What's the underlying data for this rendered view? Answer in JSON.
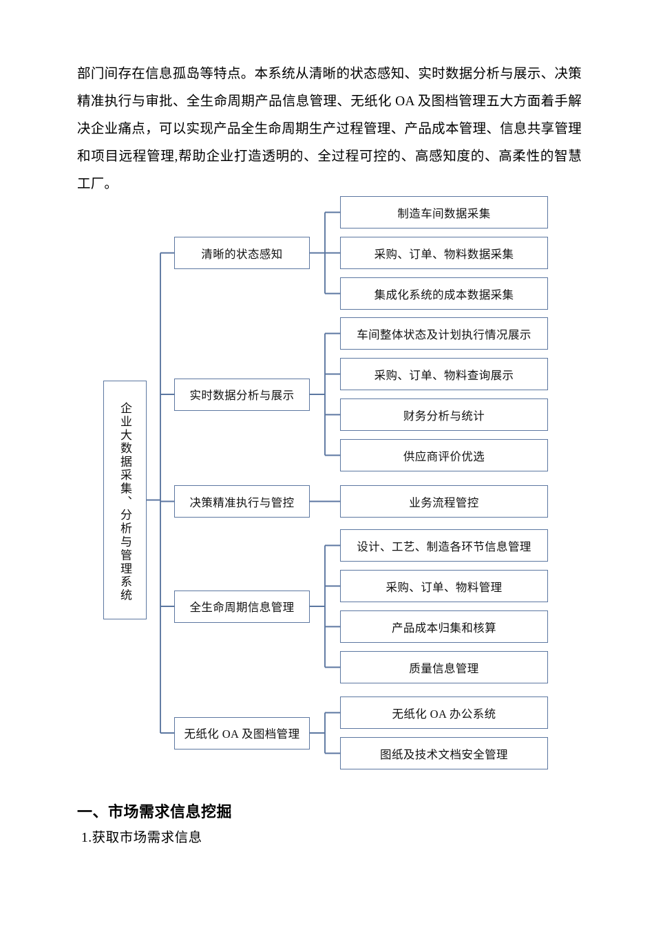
{
  "document": {
    "paragraph": "部门间存在信息孤岛等特点。本系统从清晰的状态感知、实时数据分析与展示、决策精准执行与审批、全生命周期产品信息管理、无纸化 OA 及图档管理五大方面着手解决企业痛点，可以实现产品全生命周期生产过程管理、产品成本管理、信息共享管理和项目远程管理,帮助企业打造透明的、全过程可控的、高感知度的、高柔性的智慧工厂。",
    "heading_1": "一、市场需求信息挖掘",
    "heading_2": "1.获取市场需求信息"
  },
  "diagram": {
    "line_color": "#5b76a0",
    "box_border_color": "#5b76a0",
    "box_fill": "#ffffff",
    "root": {
      "label": "企业大数据采集、分析与管理系统"
    },
    "branches": [
      {
        "label": "清晰的状态感知",
        "children": [
          "制造车间数据采集",
          "采购、订单、物料数据采集",
          "集成化系统的成本数据采集"
        ]
      },
      {
        "label": "实时数据分析与展示",
        "children": [
          "车间整体状态及计划执行情况展示",
          "采购、订单、物料查询展示",
          "财务分析与统计",
          "供应商评价优选"
        ]
      },
      {
        "label": "决策精准执行与管控",
        "children": [
          "业务流程管控"
        ]
      },
      {
        "label": "全生命周期信息管理",
        "children": [
          "设计、工艺、制造各环节信息管理",
          "采购、订单、物料管理",
          "产品成本归集和核算",
          "质量信息管理"
        ]
      },
      {
        "label": "无纸化 OA 及图档管理",
        "children": [
          "无纸化 OA 办公系统",
          "图纸及技术文档安全管理"
        ]
      }
    ]
  }
}
